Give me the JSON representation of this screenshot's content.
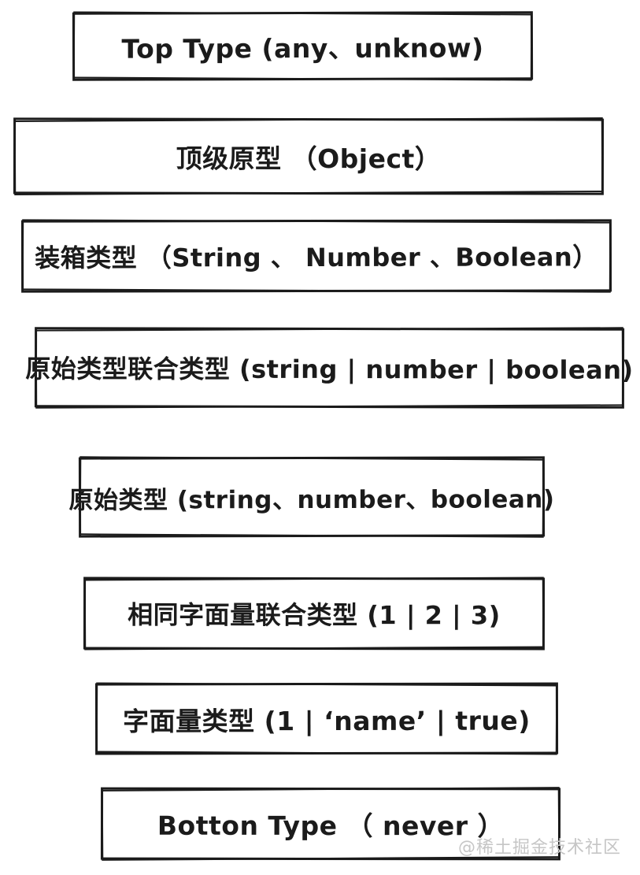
{
  "diagram": {
    "boxes": [
      {
        "label": "Top Type (any、unknow)"
      },
      {
        "label": "顶级原型 （Object）"
      },
      {
        "label": "装箱类型 （String 、 Number 、Boolean）"
      },
      {
        "label": "原始类型联合类型 (string | number | boolean)"
      },
      {
        "label": "原始类型 (string、number、boolean)"
      },
      {
        "label": "相同字面量联合类型 (1 | 2 | 3)"
      },
      {
        "label": "字面量类型 (1 | ‘name’ | true)"
      },
      {
        "label": "Botton Type （ never ）"
      }
    ],
    "watermark": "@稀土掘金技术社区",
    "colors": {
      "ink": "#1b1b1b",
      "background": "#ffffff",
      "watermark": "#c6c6c6"
    }
  }
}
